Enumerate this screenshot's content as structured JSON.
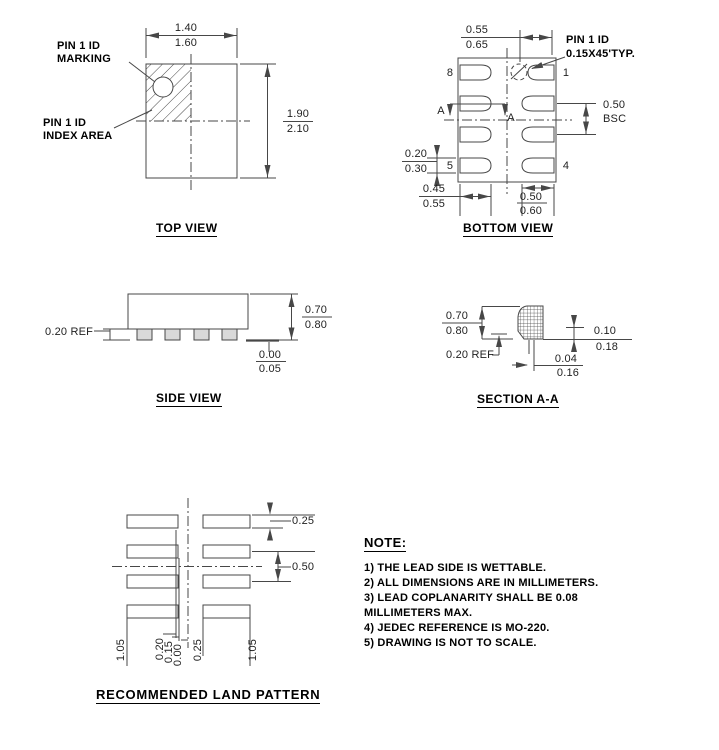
{
  "top_view": {
    "title": "TOP VIEW",
    "pin1_marking_label": [
      "PIN 1 ID",
      "MARKING"
    ],
    "pin1_index_label": [
      "PIN 1 ID",
      "INDEX AREA"
    ],
    "dim_width": {
      "min": "1.40",
      "max": "1.60"
    },
    "dim_height": {
      "min": "1.90",
      "max": "2.10"
    }
  },
  "bottom_view": {
    "title": "BOTTOM VIEW",
    "pin1_label": [
      "PIN 1 ID",
      "0.15X45'TYP."
    ],
    "pins": {
      "top_left": "8",
      "top_right": "1",
      "bottom_left": "5",
      "bottom_right": "4"
    },
    "section_marks": [
      "A",
      "A"
    ],
    "dim_pad1_len": {
      "min": "0.55",
      "max": "0.65"
    },
    "dim_pitch": {
      "value": "0.50",
      "qualifier": "BSC"
    },
    "dim_pad_width": {
      "min": "0.20",
      "max": "0.30"
    },
    "dim_pad_len_left": {
      "min": "0.45",
      "max": "0.55"
    },
    "dim_pad_len_right": {
      "min": "0.50",
      "max": "0.60"
    }
  },
  "side_view": {
    "title": "SIDE VIEW",
    "dim_lead_ref": "0.20 REF",
    "dim_height": {
      "min": "0.70",
      "max": "0.80"
    },
    "dim_standoff": {
      "min": "0.00",
      "max": "0.05"
    }
  },
  "section_aa": {
    "title": "SECTION A-A",
    "dim_height": {
      "min": "0.70",
      "max": "0.80"
    },
    "dim_ref": "0.20 REF",
    "dim_lead_thk": {
      "min": "0.10",
      "max": "0.18"
    },
    "dim_foot": {
      "min": "0.04",
      "max": "0.16"
    }
  },
  "land_pattern": {
    "title": "RECOMMENDED LAND PATTERN",
    "dim_pad_height": "0.25",
    "dim_pitch": "0.50",
    "bottom_dims": [
      "1.05",
      "0.20",
      "0.15",
      "0.00",
      "0.25",
      "1.05"
    ]
  },
  "notes": {
    "heading": "NOTE:",
    "items": [
      "1) THE LEAD SIDE IS WETTABLE.",
      "2) ALL DIMENSIONS ARE IN MILLIMETERS.",
      "3) LEAD COPLANARITY SHALL BE 0.08 MILLIMETERS MAX.",
      "4) JEDEC REFERENCE IS MO-220.",
      "5) DRAWING IS NOT TO SCALE."
    ]
  },
  "colors": {
    "line": "#474747",
    "text": "#1f1f1f",
    "label": "#000000"
  }
}
